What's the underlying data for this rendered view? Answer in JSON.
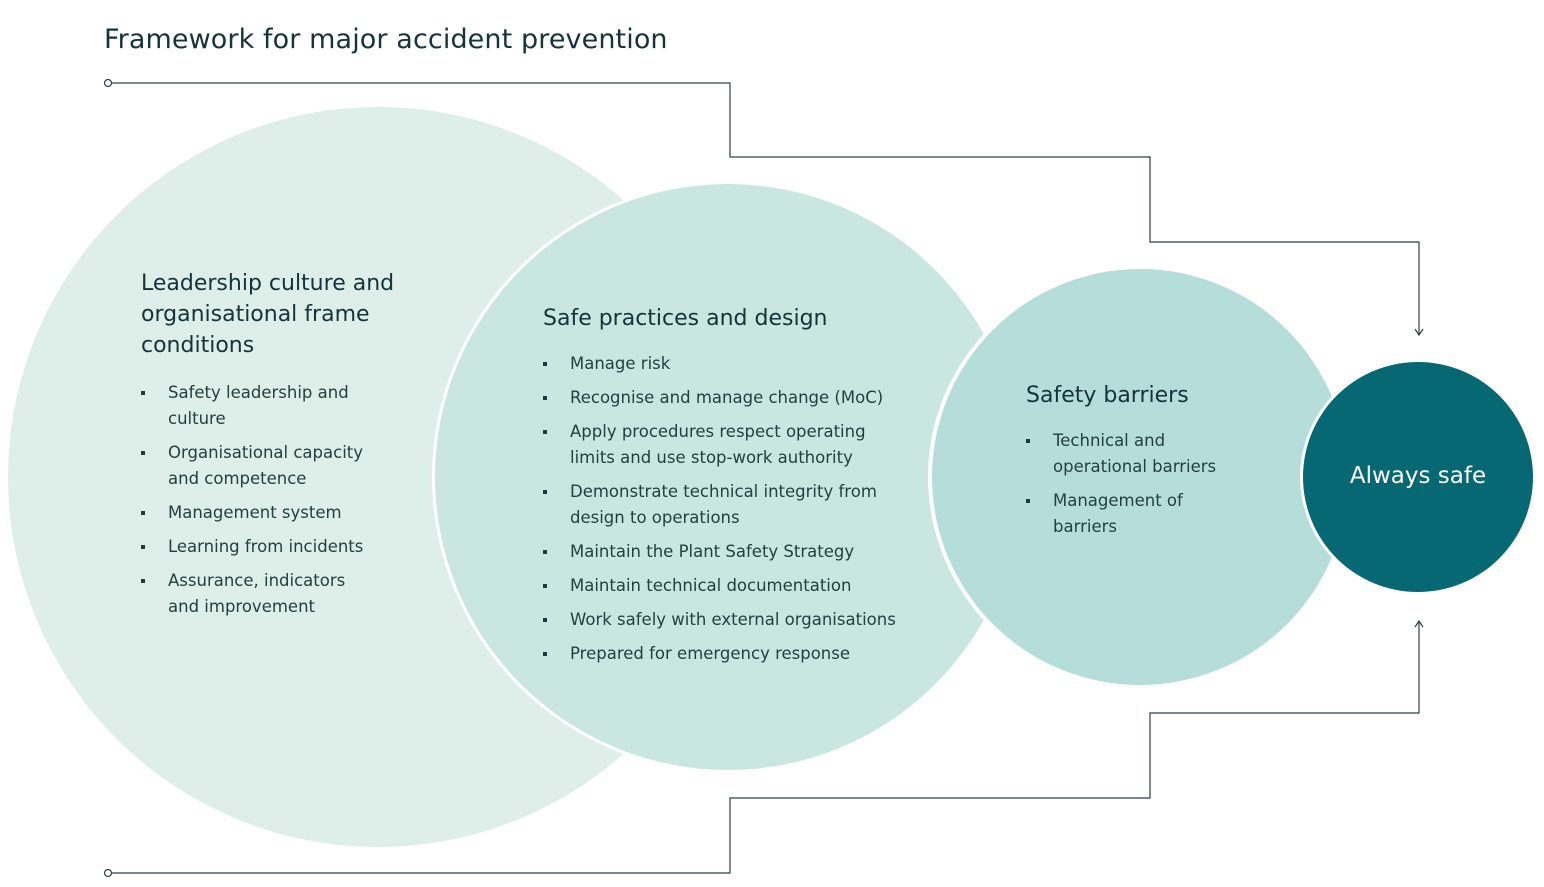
{
  "title": "Framework for major accident prevention",
  "colors": {
    "outer_circle": "#deeee8",
    "middle_circle": "#cae6e1",
    "barrier_circle": "#b5ddda",
    "core_circle": "#056873",
    "lines": "#2f3f46"
  },
  "circles": {
    "leadership": {
      "heading_lines": [
        "Leadership culture and",
        "organisational frame",
        "conditions"
      ],
      "items": [
        "Safety leadership and culture",
        "Organisational capacity and competence",
        "Management system",
        "Learning from incidents",
        "Assurance, indicators and improvement"
      ]
    },
    "practices": {
      "heading": "Safe practices and design",
      "items": [
        "Manage risk",
        "Recognise and manage change (MoC)",
        "Apply procedures respect operating limits and use stop-work authority",
        "Demonstrate technical integrity from design to operations",
        "Maintain the Plant Safety Strategy",
        "Maintain technical documentation",
        "Work safely with external organisations",
        "Prepared for emergency response"
      ]
    },
    "barriers": {
      "heading": "Safety barriers",
      "items": [
        "Technical and operational barriers",
        "Management of barriers"
      ]
    },
    "core": {
      "label": "Always safe"
    }
  }
}
